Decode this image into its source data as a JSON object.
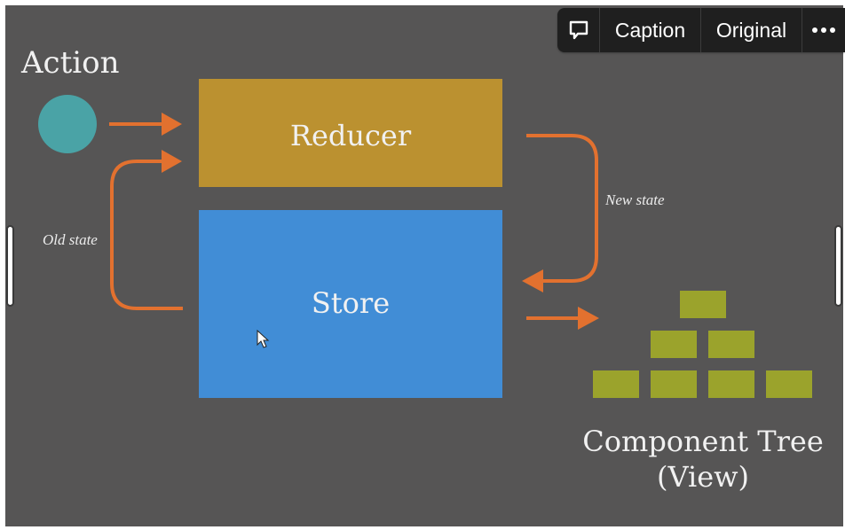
{
  "toolbar": {
    "comment_icon": "speech-bubble-icon",
    "caption_label": "Caption",
    "original_label": "Original",
    "more_icon": "ellipsis-icon"
  },
  "diagram": {
    "action_label": "Action",
    "reducer_label": "Reducer",
    "store_label": "Store",
    "new_state_label": "New state",
    "old_state_label": "Old state",
    "component_tree_label": "Component Tree",
    "view_label": "(View)"
  },
  "colors": {
    "background": "#565555",
    "action_circle": "#4aa3a6",
    "reducer": "#bb9130",
    "store": "#418dd6",
    "arrow": "#e2712f",
    "tree_block": "#9ba32c"
  }
}
